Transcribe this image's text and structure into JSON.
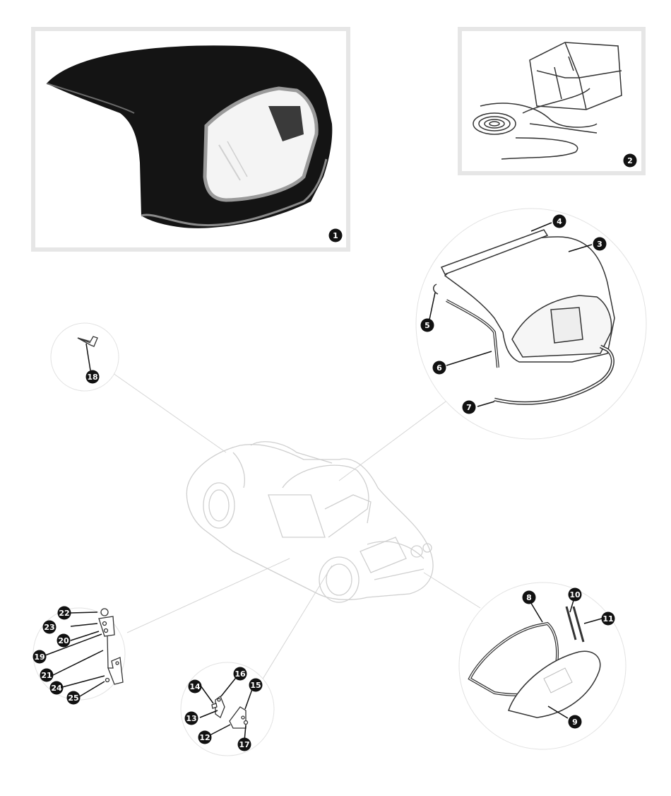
{
  "callouts": [
    {
      "id": "1",
      "label": "1"
    },
    {
      "id": "2",
      "label": "2"
    },
    {
      "id": "3",
      "label": "3"
    },
    {
      "id": "4",
      "label": "4"
    },
    {
      "id": "5",
      "label": "5"
    },
    {
      "id": "6",
      "label": "6"
    },
    {
      "id": "7",
      "label": "7"
    },
    {
      "id": "8",
      "label": "8"
    },
    {
      "id": "9",
      "label": "9"
    },
    {
      "id": "10",
      "label": "10"
    },
    {
      "id": "11",
      "label": "11"
    },
    {
      "id": "12",
      "label": "12"
    },
    {
      "id": "13",
      "label": "13"
    },
    {
      "id": "14",
      "label": "14"
    },
    {
      "id": "15",
      "label": "15"
    },
    {
      "id": "16",
      "label": "16"
    },
    {
      "id": "17",
      "label": "17"
    },
    {
      "id": "18",
      "label": "18"
    },
    {
      "id": "19",
      "label": "19"
    },
    {
      "id": "20",
      "label": "20"
    },
    {
      "id": "21",
      "label": "21"
    },
    {
      "id": "22",
      "label": "22"
    },
    {
      "id": "23",
      "label": "23"
    },
    {
      "id": "24",
      "label": "24"
    },
    {
      "id": "25",
      "label": "25"
    }
  ],
  "colors": {
    "frame": "#e6e6e6",
    "callout": "#111111",
    "hardtop": "#141414",
    "outline": "#333333",
    "ghost": "#cfcfcf"
  }
}
